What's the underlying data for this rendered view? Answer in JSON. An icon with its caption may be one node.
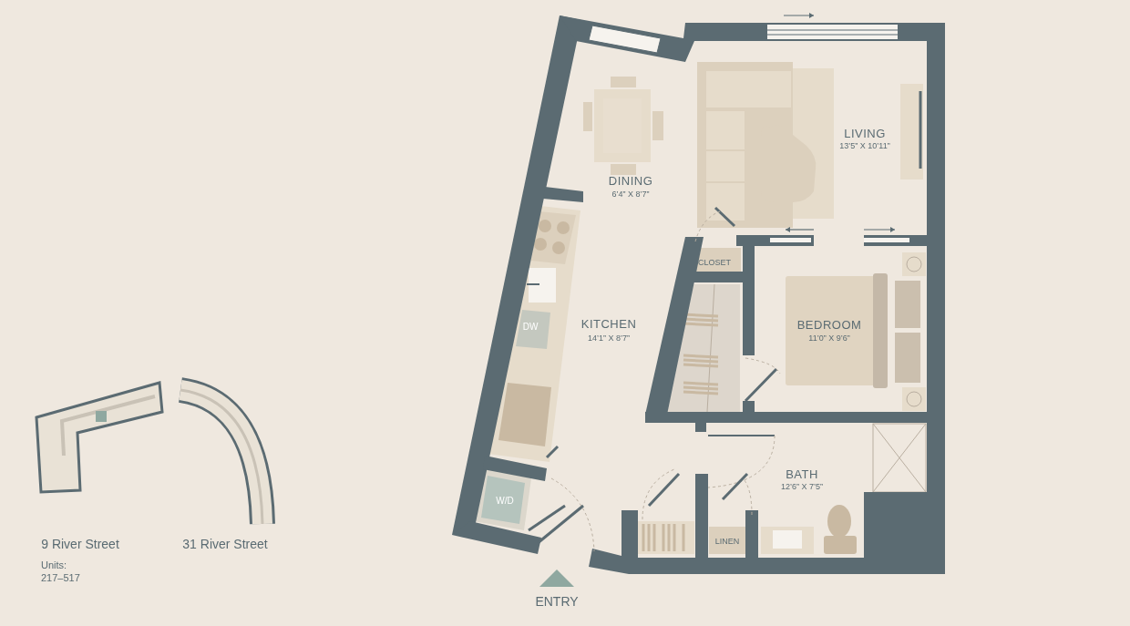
{
  "diagram": {
    "labels": [
      "LIVING",
      "13’5” X 10’11”",
      "DINING",
      "6’4” X 8’7”",
      "CLOSET",
      "KITCHEN",
      "14’1” X 8’7”",
      "DW",
      "BEDROOM",
      "11’0” X 9’6”",
      "BATH",
      "12’6” X 7’5”",
      "W/D",
      "LINEN",
      "ENTRY",
      "9 River Street",
      "31 River Street",
      "Units:",
      "217–517"
    ]
  }
}
